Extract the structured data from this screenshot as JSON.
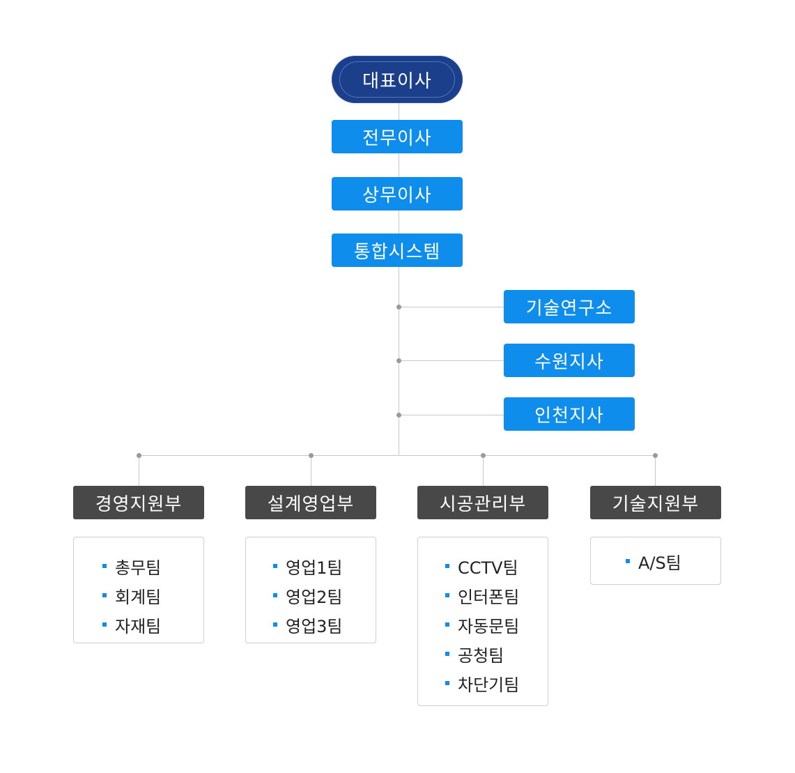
{
  "top_chain": [
    {
      "label": "대표이사"
    },
    {
      "label": "전무이사"
    },
    {
      "label": "상무이사"
    },
    {
      "label": "통합시스템"
    }
  ],
  "branches": [
    {
      "label": "기술연구소"
    },
    {
      "label": "수원지사"
    },
    {
      "label": "인천지사"
    }
  ],
  "departments": [
    {
      "label": "경영지원부",
      "teams": [
        "총무팀",
        "회계팀",
        "자재팀"
      ]
    },
    {
      "label": "설계영업부",
      "teams": [
        "영업1팀",
        "영업2팀",
        "영업3팀"
      ]
    },
    {
      "label": "시공관리부",
      "teams": [
        "CCTV팀",
        "인터폰팀",
        "자동문팀",
        "공청팀",
        "차단기팀"
      ]
    },
    {
      "label": "기술지원부",
      "teams": [
        "A/S팀"
      ]
    }
  ],
  "colors": {
    "ceo": "#1c3f8c",
    "blue_box": "#0f8ded",
    "department_box": "#484848",
    "connector": "#c8c8c8",
    "bullet": "#0f8ded"
  }
}
